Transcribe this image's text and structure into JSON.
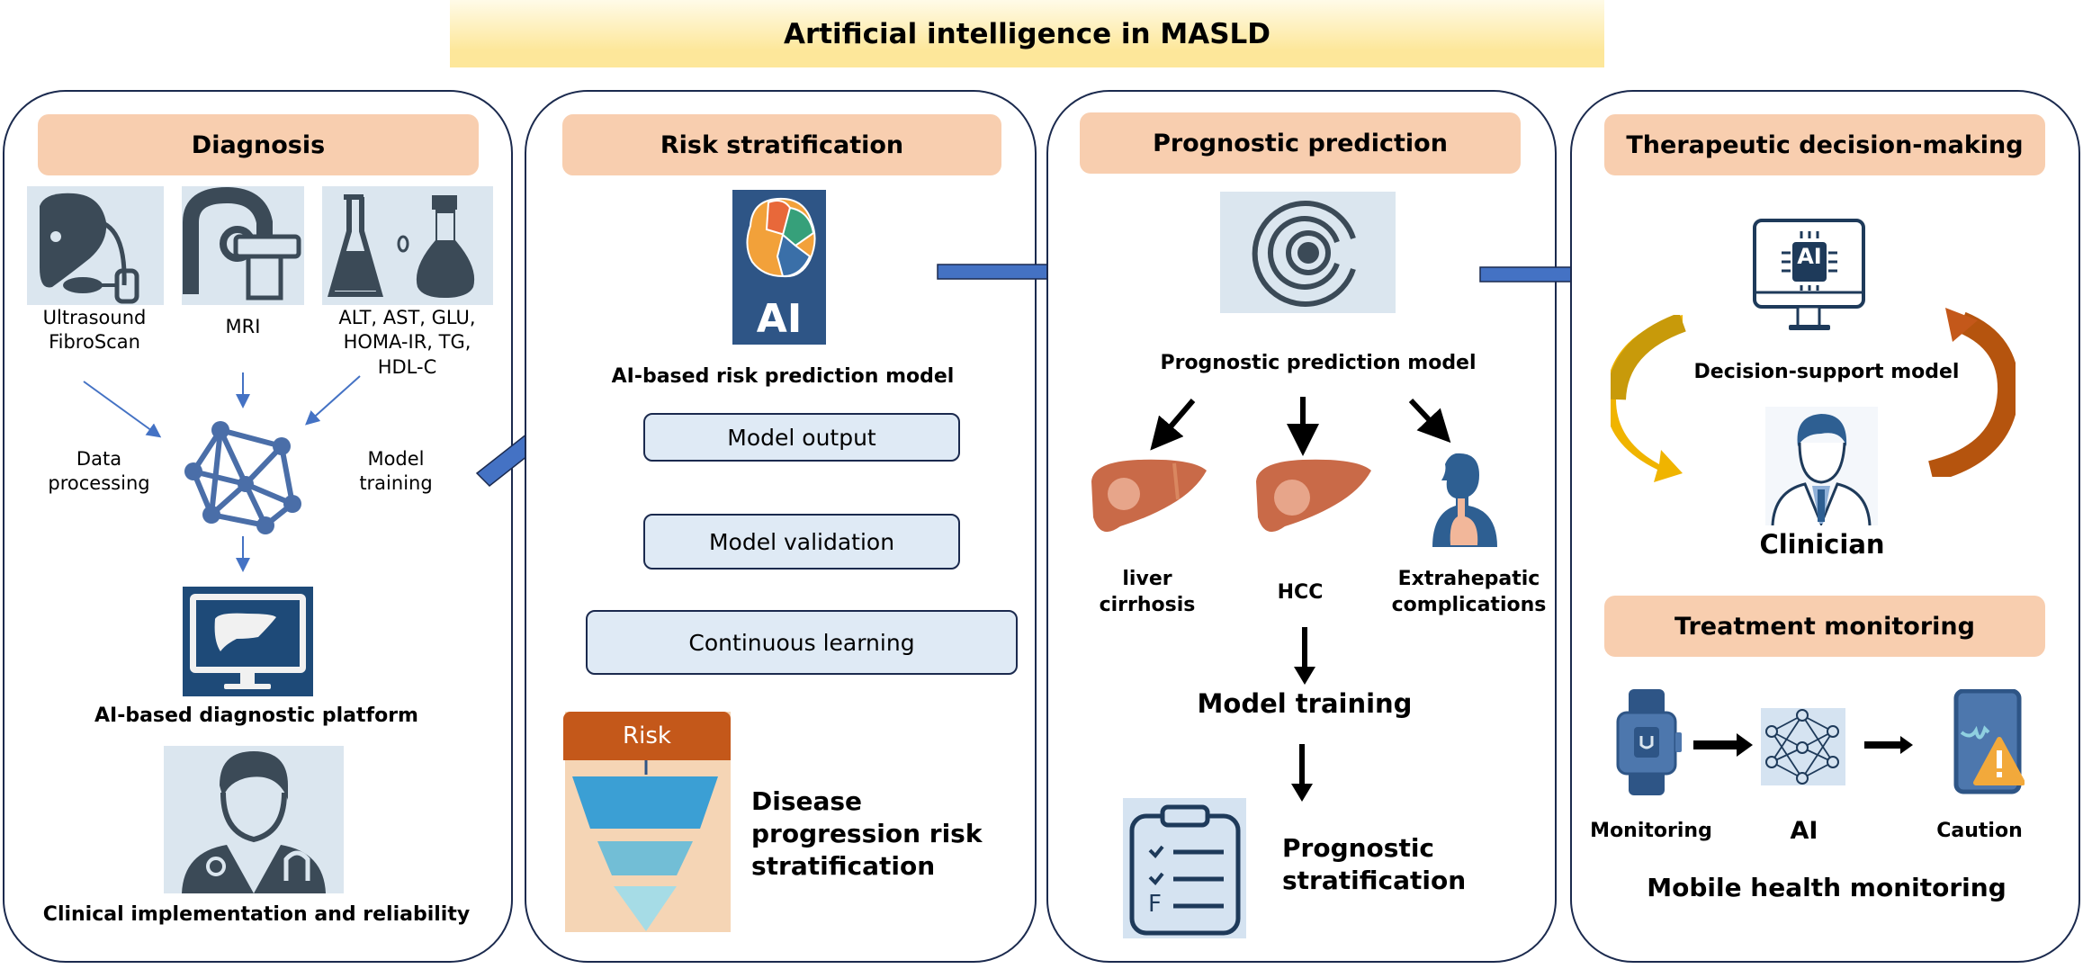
{
  "title": "Artificial intelligence in MASLD",
  "colors": {
    "header_fill": "#f8ceaf",
    "title_fill": "#fde79a",
    "panel_border": "#1b2a4e",
    "flow_arrow": "#4472c4",
    "icon_dark": "#3b4a57",
    "icon_bg": "#dbe6ef"
  },
  "panels": [
    {
      "header": "Diagnosis",
      "inputs": [
        {
          "label": "Ultrasound\nFibroScan",
          "icon": "liver-ultrasound-icon"
        },
        {
          "label": "MRI",
          "icon": "mri-scanner-icon"
        },
        {
          "label": "ALT, AST, GLU,\nHOMA-IR, TG,\nHDL-C",
          "icon": "lab-flasks-icon"
        }
      ],
      "left_label": "Data\nprocessing",
      "right_label": "Model\ntraining",
      "center_icon": "network-icon",
      "platform_label": "AI-based diagnostic platform",
      "clinical_label": "Clinical implementation and reliability"
    },
    {
      "header": "Risk stratification",
      "model_label": "AI-based risk prediction model",
      "ai_badge": "AI",
      "steps": [
        "Model output",
        "Model validation",
        "Continuous learning"
      ],
      "funnel_label": "Risk",
      "funnel_caption": "Disease\nprogression risk\nstratification"
    },
    {
      "header": "Prognostic prediction",
      "model_label": "Prognostic prediction model",
      "outcomes": [
        {
          "label": "liver\ncirrhosis",
          "icon": "liver-cirrhosis-icon"
        },
        {
          "label": "HCC",
          "icon": "liver-hcc-icon"
        },
        {
          "label": "Extrahepatic\ncomplications",
          "icon": "person-organs-icon"
        }
      ],
      "training_label": "Model training",
      "stratification_label": "Prognostic\nstratification",
      "checklist_mark": "F"
    },
    {
      "header": "Therapeutic decision-making",
      "chip_label": "AI",
      "decision_label": "Decision-support model",
      "clinician_label": "Clinician",
      "sub_header": "Treatment monitoring",
      "monitor_steps": [
        "Monitoring",
        "AI",
        "Caution"
      ],
      "mobile_label": "Mobile health monitoring"
    }
  ]
}
